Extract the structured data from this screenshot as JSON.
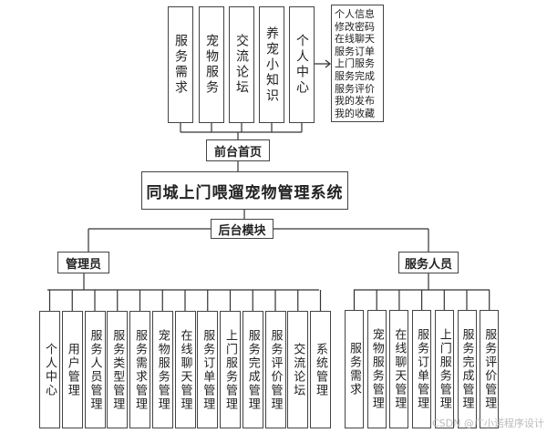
{
  "title": "同城上门喂遛宠物管理系统",
  "frontend": {
    "label": "前台首页",
    "modules": [
      "服务需求",
      "宠物服务",
      "交流论坛",
      "养宠小知识",
      "个人中心"
    ],
    "personal_center_items": [
      "个人信息",
      "修改密码",
      "在线聊天",
      "服务订单",
      "上门服务",
      "服务完成",
      "服务评价",
      "我的发布",
      "我的收藏"
    ]
  },
  "backend": {
    "label": "后台模块",
    "admin": {
      "label": "管理员",
      "modules": [
        "个人中心",
        "用户管理",
        "服务人员管理",
        "服务类型管理",
        "服务需求管理",
        "宠物服务管理",
        "在线聊天管理",
        "服务订单管理",
        "上门服务管理",
        "服务完成管理",
        "服务评价管理",
        "交流论坛",
        "系统管理"
      ]
    },
    "staff": {
      "label": "服务人员",
      "modules": [
        "服务需求",
        "宠物服务管理",
        "在线聊天管理",
        "服务订单管理",
        "上门服务管理",
        "服务完成管理",
        "服务评价管理"
      ]
    }
  },
  "watermark": "CSDN @广小诺程序设计"
}
